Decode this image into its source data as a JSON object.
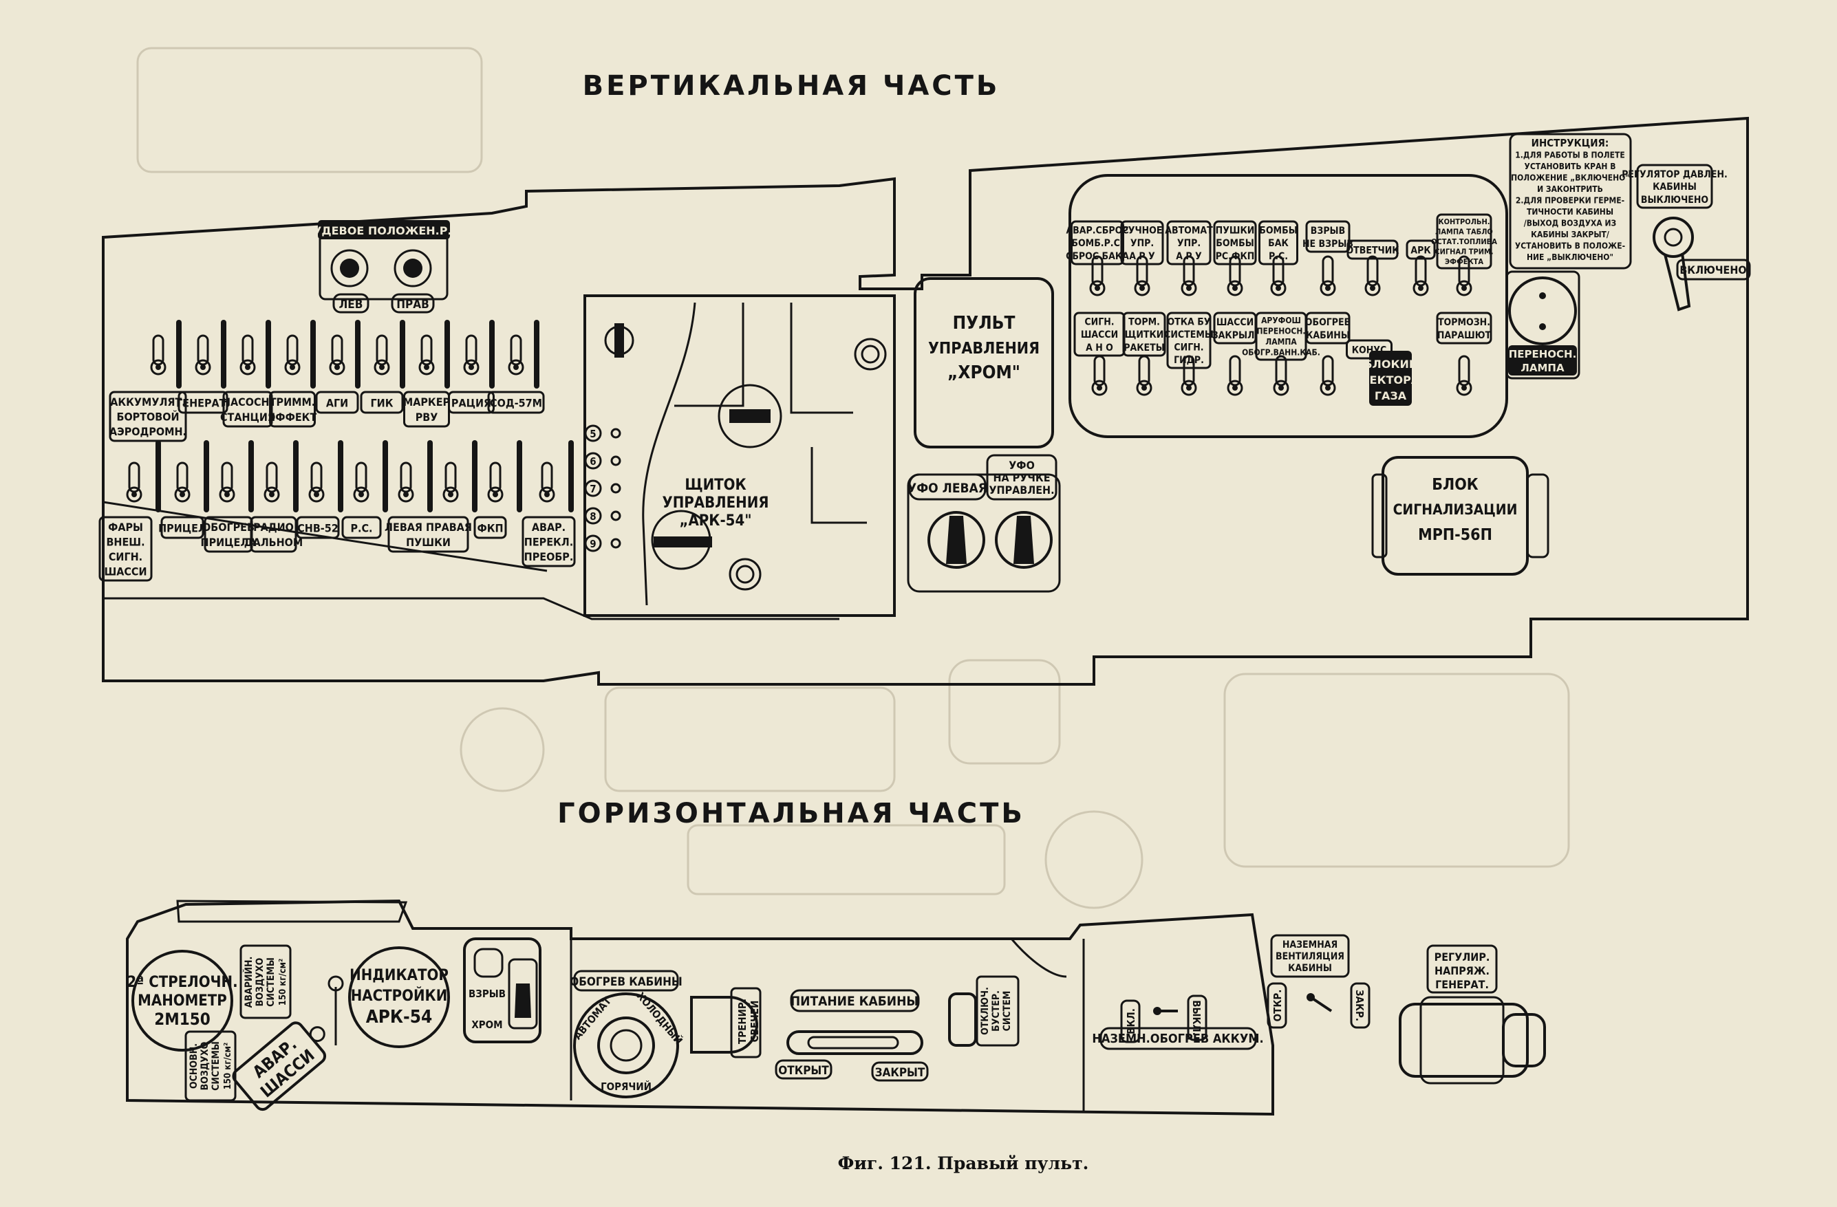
{
  "headings": {
    "vertical": "ВЕРТИКАЛЬНАЯ ЧАСТЬ",
    "horizontal": "ГОРИЗОНТАЛЬНАЯ ЧАСТЬ"
  },
  "caption": "Фиг. 121. Правый пульт.",
  "vertical": {
    "nuclear_rs": {
      "title": "НУДЕВОЕ ПОЛОЖЕН.Р.С.",
      "left": "ЛЕВ",
      "right": "ПРАВ"
    },
    "top_labels": [
      [
        "АККУМУЛЯТ.",
        "БОРТОВОЙ",
        "АЭРОДРОМН."
      ],
      [
        "ГЕНЕРАТ."
      ],
      [
        "НАСОСН.",
        "СТАНЦИЯ"
      ],
      [
        "ТРИММ.",
        "ЭФФЕКТ"
      ],
      [
        "АГИ"
      ],
      [
        "ГИК"
      ],
      [
        "МАРКЕР",
        "РВУ"
      ],
      [
        "РАЦИЯ"
      ],
      [
        "СОД-57М"
      ]
    ],
    "bottom_labels": [
      [
        "ФАРЫ",
        "ВНЕШ.",
        "СИГН.",
        "ШАССИ"
      ],
      [
        "ПРИЦЕЛ"
      ],
      [
        "ОБОГРЕВ",
        "ПРИЦЕЛА"
      ],
      [
        "РАДИО",
        "ДАЛЬНОМ"
      ],
      [
        "СНВ-52"
      ],
      [
        "Р.С."
      ],
      [
        "ЛЕВАЯ ПРАВАЯ",
        "ПУШКИ"
      ],
      [
        "ФКП"
      ],
      [
        "АВАР.",
        "ПЕРЕКЛ.",
        "ПРЕОБР."
      ]
    ],
    "ark": {
      "title": [
        "ЩИТОК",
        "УПРАВЛЕНИЯ",
        "„АРК-54\""
      ],
      "numbers": [
        "5",
        "6",
        "7",
        "8",
        "9"
      ]
    },
    "khrom": [
      "ПУЛЬТ",
      "УПРАВЛЕНИЯ",
      "„ХРОМ\""
    ],
    "ufo_left": "УФО ЛЕВАЯ",
    "ufo_right": [
      "УФО",
      "НА РУЧКЕ",
      "УПРАВЛЕН."
    ],
    "panel_top_labels": [
      [
        "АВАР.СБРОС",
        "БОМБ.Р.С.",
        "СБРОС БАКА"
      ],
      [
        "РУЧНОЕ",
        "УПР.",
        "А Р У"
      ],
      [
        "АВТОМАТ",
        "УПР.",
        "А Р У"
      ],
      [
        "ПУШКИ",
        "БОМБЫ",
        "РС.ФКП"
      ],
      [
        "БОМБЫ",
        "БАК",
        "Р.С."
      ],
      [
        "ВЗРЫВ",
        "НЕ ВЗРЫВ"
      ],
      [
        "ОТВЕТЧИК"
      ],
      [
        "АРК"
      ],
      [
        "КОНТРОЛЬН.",
        "ЛАМПА ТАБЛО",
        "ОСТАТ.ТОПЛИВА",
        "СИГНАЛ ТРИМ.",
        "ЭФФЕКТА"
      ]
    ],
    "panel_bottom_labels": [
      [
        "СИГН.",
        "ШАССИ",
        "А Н О"
      ],
      [
        "ТОРМ.",
        "ЩИТКИ",
        "РАКЕТЫ"
      ],
      [
        "ОТКА БУ",
        "СИСТЕМЫ",
        "СИГН.",
        "ГИДР."
      ],
      [
        "ШАССИ",
        "ЗАКРЫЛ."
      ],
      [
        "АРУФОШ",
        "ПЕРЕНОСН.",
        "ЛАМПА",
        "ОБОГР.ВАНН.КАБ."
      ],
      [
        "ОБОГРЕВ",
        "КАБИНЫ"
      ],
      [
        "КОНУС"
      ],
      [
        "ТОРМОЗН.",
        "ПАРАШЮТ"
      ]
    ],
    "gas_block": [
      "БЛОКИР",
      "СЕКТОРА",
      "ГАЗА"
    ],
    "portable_lamp": [
      "ПЕРЕНОСН.",
      "ЛАМПА"
    ],
    "instructions": [
      "ИНСТРУКЦИЯ:",
      "1.ДЛЯ РАБОТЫ В ПОЛЕТЕ",
      "УСТАНОВИТЬ КРАН В",
      "ПОЛОЖЕНИЕ „ВКЛЮЧЕНО\"",
      "И ЗАКОНТРИТЬ",
      "2.ДЛЯ ПРОВЕРКИ ГЕРМЕ-",
      "ТИЧНОСТИ КАБИНЫ",
      "/ВЫХОД ВОЗДУХА ИЗ",
      "КАБИНЫ ЗАКРЫТ/",
      "УСТАНОВИТЬ В ПОЛОЖЕ-",
      "НИЕ „ВЫКЛЮЧЕНО\""
    ],
    "pressure_regulator": [
      "РЕГУЛЯТОР ДАВЛЕН.",
      "КАБИНЫ",
      "ВЫКЛЮЧЕНО"
    ],
    "on_label": "ВКЛЮЧЕНО",
    "signal_block": [
      "БЛОК",
      "СИГНАЛИЗАЦИИ",
      "МРП-56П"
    ]
  },
  "horizontal": {
    "manometer": [
      "2ª СТРЕЛОЧН.",
      "МАНОМЕТР",
      "2М150"
    ],
    "emergency_air": [
      "АВАРИЙН.",
      "ВОЗДУХО",
      "СИСТЕМЫ",
      "150 кг/см²"
    ],
    "main_air": [
      "ОСНОВН.",
      "ВОЗДУХО",
      "СИСТЕМЫ",
      "150 кг/см²"
    ],
    "gear_emergency": [
      "АВАР.",
      "ШАССИ"
    ],
    "ark_indicator": [
      "ИНДИКАТОР",
      "НАСТРОЙКИ",
      "АРК-54"
    ],
    "khrom_blast": [
      "ВЗРЫВ",
      "ХРОМ"
    ],
    "cabin_heat": "ОБОГРЕВ КАБИНЫ",
    "dial_words": [
      "АВТОМАТ",
      "ХОЛОДНЫЙ",
      "ГОРЯЧИЙ"
    ],
    "plug_heat": [
      "ТРЕНИР.",
      "СВЕЧЕЙ"
    ],
    "cabin_supply": "ПИТАНИЕ КАБИНЫ",
    "open": "ОТКРЫТ",
    "closed": "ЗАКРЫТ",
    "system_off": [
      "ОТКЛЮЧ.",
      "БУСТЕР.",
      "СИСТЕМ"
    ],
    "ground_heat": "НАЗЕМН.ОБОГРЕВ АККУМ.",
    "vkl": "ВКЛ.",
    "vykl": "ВЫКЛ.",
    "ground_vent": [
      "НАЗЕМНАЯ",
      "ВЕНТИЛЯЦИЯ",
      "КАБИНЫ"
    ],
    "otkr": "ОТКР.",
    "zakr": "ЗАКР.",
    "generator_reg": [
      "РЕГУЛИР.",
      "НАПРЯЖ.",
      "ГЕНЕРАТ."
    ]
  }
}
